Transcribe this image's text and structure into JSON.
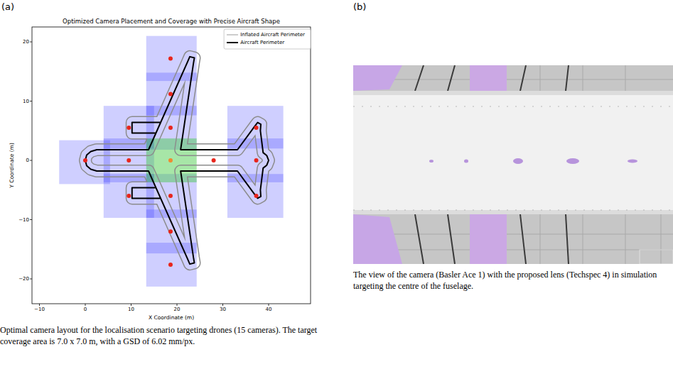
{
  "diagram": {
    "labels": [
      "(a)",
      "(b)",
      "Optimized Camera Placement and Coverage with Precise Aircraft Shape",
      "20",
      "10",
      "0",
      "−10",
      "−20",
      "Y Coordinate (m)",
      "−10",
      "0",
      "10",
      "20",
      "30",
      "40",
      "X Coordinate (m)",
      "Optimal camera layout for the localisation scenario targeting drones (15 cameras). The target coverage area is 7.0 x 7.0 m, with a GSD of 6.02 mm/px.",
      "The view of the camera (Basler Ace 1) with the proposed lens (Techspec 4) in simulation targeting the centre of the fuselage."
    ],
    "legend": [
      {
        "text": "Inflated Aircraft Perimeter"
      },
      {
        "text": "Aircraft Perimeter"
      }
    ]
  }
}
